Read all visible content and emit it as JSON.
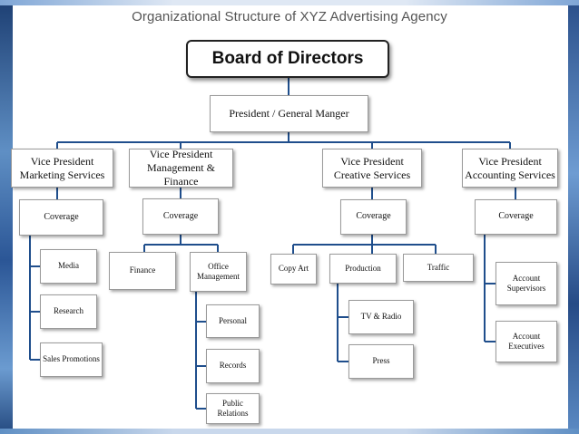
{
  "title": "Organizational Structure of XYZ Advertising Agency",
  "board": "Board of Directors",
  "president": "President / General Manger",
  "vp_marketing": {
    "line1": "Vice President",
    "line2": "Marketing Services"
  },
  "vp_management": {
    "line1": "Vice President",
    "line2": "Management & Finance"
  },
  "vp_creative": {
    "line1": "Vice President",
    "line2": "Creative Services"
  },
  "vp_accounting": {
    "line1": "Vice President",
    "line2": "Accounting Services"
  },
  "coverage": "Coverage",
  "marketing": {
    "media": "Media",
    "research": "Research",
    "sales_promotions": "Sales Promotions"
  },
  "management": {
    "finance": "Finance",
    "office": {
      "line1": "Office",
      "line2": "Management"
    },
    "personal": "Personal",
    "records": "Records",
    "public_relations": {
      "line1": "Public",
      "line2": "Relations"
    }
  },
  "creative": {
    "copy_art": "Copy Art",
    "production": "Production",
    "traffic": "Traffic",
    "tv_radio": "TV & Radio",
    "press": "Press"
  },
  "accounting": {
    "account_supervisors": {
      "line1": "Account",
      "line2": "Supervisors"
    },
    "account_executives": {
      "line1": "Account",
      "line2": "Executives"
    }
  },
  "colors": {
    "connector": "#1f4e8c",
    "frame": "#2b5696"
  }
}
